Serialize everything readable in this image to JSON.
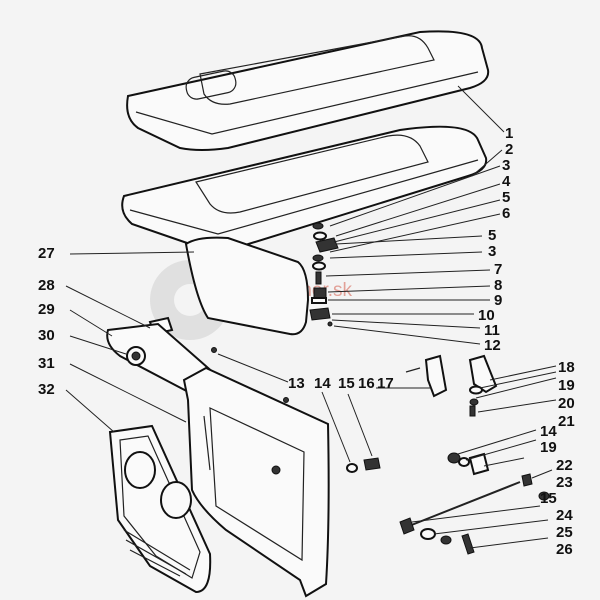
{
  "watermark": "TraktorPartner.sk",
  "callouts": [
    {
      "id": "c1",
      "text": "1"
    },
    {
      "id": "c2",
      "text": "2"
    },
    {
      "id": "c3a",
      "text": "3"
    },
    {
      "id": "c4",
      "text": "4"
    },
    {
      "id": "c5a",
      "text": "5"
    },
    {
      "id": "c6",
      "text": "6"
    },
    {
      "id": "c5b",
      "text": "5"
    },
    {
      "id": "c3b",
      "text": "3"
    },
    {
      "id": "c7",
      "text": "7"
    },
    {
      "id": "c8",
      "text": "8"
    },
    {
      "id": "c9",
      "text": "9"
    },
    {
      "id": "c10",
      "text": "10"
    },
    {
      "id": "c11",
      "text": "11"
    },
    {
      "id": "c12",
      "text": "12"
    },
    {
      "id": "c27",
      "text": "27"
    },
    {
      "id": "c28",
      "text": "28"
    },
    {
      "id": "c29",
      "text": "29"
    },
    {
      "id": "c30",
      "text": "30"
    },
    {
      "id": "c31",
      "text": "31"
    },
    {
      "id": "c32",
      "text": "32"
    },
    {
      "id": "c13",
      "text": "13"
    },
    {
      "id": "c14a",
      "text": "14"
    },
    {
      "id": "c15a",
      "text": "15"
    },
    {
      "id": "c16",
      "text": "16"
    },
    {
      "id": "c17",
      "text": "17"
    },
    {
      "id": "c18",
      "text": "18"
    },
    {
      "id": "c19a",
      "text": "19"
    },
    {
      "id": "c20",
      "text": "20"
    },
    {
      "id": "c21",
      "text": "21"
    },
    {
      "id": "c14b",
      "text": "14"
    },
    {
      "id": "c19b",
      "text": "19"
    },
    {
      "id": "c22",
      "text": "22"
    },
    {
      "id": "c23",
      "text": "23"
    },
    {
      "id": "c15b",
      "text": "15"
    },
    {
      "id": "c24",
      "text": "24"
    },
    {
      "id": "c25",
      "text": "25"
    },
    {
      "id": "c26",
      "text": "26"
    }
  ]
}
